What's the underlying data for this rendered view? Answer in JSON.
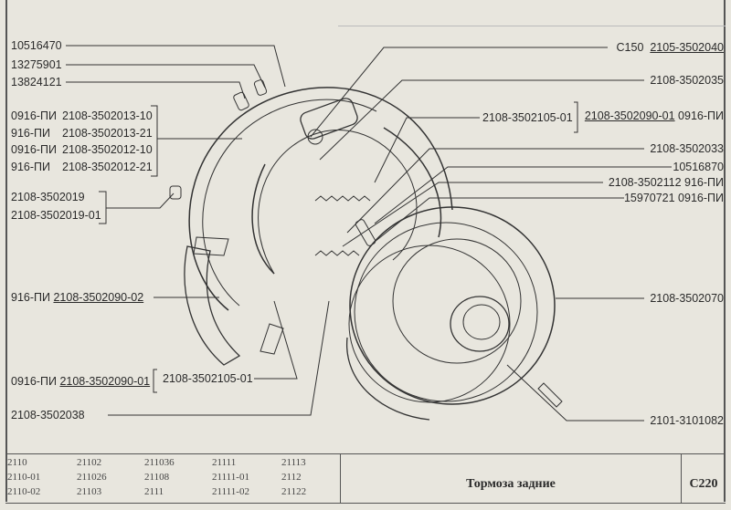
{
  "left_labels": {
    "l1": "10516470",
    "l2": "13275901",
    "l3": "13824121",
    "g1": [
      {
        "a": "0916-ПИ",
        "b": "2108-3502013-10"
      },
      {
        "a": "916-ПИ",
        "b": "2108-3502013-21"
      },
      {
        "a": "0916-ПИ",
        "b": "2108-3502012-10"
      },
      {
        "a": "916-ПИ",
        "b": "2108-3502012-21"
      }
    ],
    "g2a": "2108-3502019",
    "g2b": "2108-3502019-01",
    "shoe_a": "916-ПИ",
    "shoe_b": "2108-3502090-02",
    "shoe2_a": "0916-ПИ",
    "shoe2_b": "2108-3502090-01",
    "shoe2_c": "2108-3502105-01",
    "bottom": "2108-3502038"
  },
  "right_labels": {
    "r1a": "C150",
    "r1b": "2105-3502040",
    "r2": "2108-3502035",
    "r3a": "2108-3502105-01",
    "r3b": "2108-3502090-01",
    "r3c": "0916-ПИ",
    "r4": "2108-3502033",
    "r5": "10516870",
    "r6": "2108-3502112 916-ПИ",
    "r7": "15970721 0916-ПИ",
    "r8": "2108-3502070",
    "r9": "2101-3101082"
  },
  "footer": {
    "models": [
      "2110",
      "21102",
      "211036",
      "21111",
      "21113",
      "2110-01",
      "211026",
      "21108",
      "21111-01",
      "2112",
      "2110-02",
      "21103",
      "2111",
      "21111-02",
      "21122"
    ],
    "title": "Тормоза задние",
    "code": "C220"
  }
}
